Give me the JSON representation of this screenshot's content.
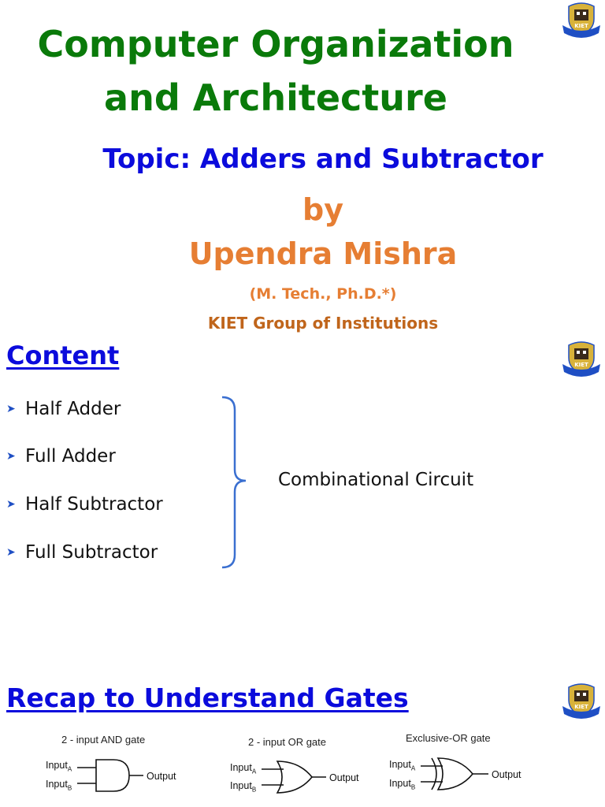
{
  "slide1": {
    "title_line1": "Computer Organization",
    "title_line2": "and Architecture",
    "topic": "Topic: Adders and Subtractor",
    "by": "by",
    "author": "Upendra Mishra",
    "degrees": "(M. Tech., Ph.D.*)",
    "institution": "KIET Group of Institutions"
  },
  "slide2": {
    "heading": "Content",
    "items": [
      {
        "label": "Half Adder"
      },
      {
        "label": "Full Adder"
      },
      {
        "label": "Half Subtractor"
      },
      {
        "label": "Full Subtractor"
      }
    ],
    "group_label": "Combinational Circuit"
  },
  "slide3": {
    "heading": "Recap to Understand Gates",
    "gates": [
      {
        "caption": "2 - input AND gate",
        "input_a": "Input",
        "input_b": "Input",
        "sub_a": "A",
        "sub_b": "B",
        "output": "Output"
      },
      {
        "caption": "2 - input OR gate",
        "input_a": "Input",
        "input_b": "Input",
        "sub_a": "A",
        "sub_b": "B",
        "output": "Output"
      },
      {
        "caption": "Exclusive-OR gate",
        "input_a": "Input",
        "input_b": "Input",
        "sub_a": "A",
        "sub_b": "B",
        "output": "Output"
      }
    ]
  },
  "logo": {
    "text": "KIET",
    "banner_color": "#1f4fc4",
    "gold": "#d8b23a"
  },
  "colors": {
    "title_green": "#0a7a0a",
    "topic_blue": "#0b0bdc",
    "author_orange": "#e67e33",
    "bullet_blue": "#1f4fc4"
  }
}
